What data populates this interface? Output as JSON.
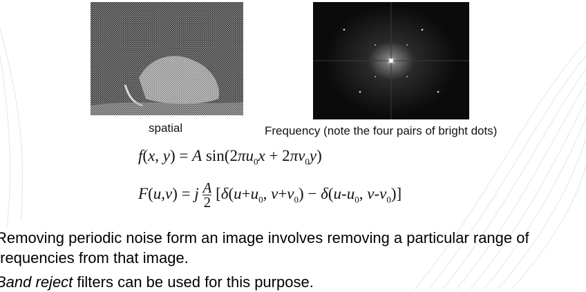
{
  "images": {
    "spatial": {
      "description_icon": "noisy-spatial-image"
    },
    "frequency": {
      "description_icon": "frequency-spectrum-image"
    }
  },
  "captions": {
    "spatial": "spatial",
    "frequency": "Frequency (note the four pairs of bright dots)"
  },
  "equations": {
    "eq1": "f(x, y) = A sin(2πu₀x + 2πv₀y)",
    "eq2": "F(u,v) = j A/2 [δ(u+u₀, v+v₀) − δ(u-u₀, v-v₀)]"
  },
  "paragraphs": {
    "p1_line1": "Removing periodic noise form an image involves removing a particular range of",
    "p1_line2": "frequencies from that image.",
    "p2_italic": "Band reject",
    "p2_rest": " filters can be used for this purpose."
  },
  "colors": {
    "text": "#000000",
    "spatial_bg": "#4a4a4a",
    "frequency_bg": "#0b0b0b",
    "swoosh": "#e6e9ee"
  }
}
